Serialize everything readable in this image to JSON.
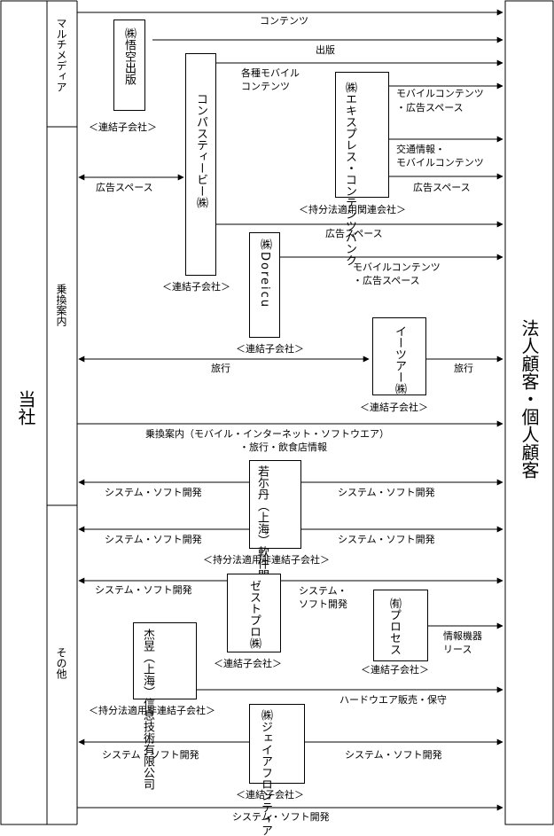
{
  "left_entity": "当社",
  "right_entity": "法人顧客・個人顧客",
  "segments": {
    "multimedia": "マルチメディア",
    "transit": "乗換案内",
    "other": "その他"
  },
  "companies": {
    "gokuu": "㈱悟空出版",
    "compass": "コンパスティービー㈱",
    "express": "㈱エキスプレス・コンテンツバンク",
    "doreicu": "㈱Doreicu",
    "eetour": "イーツアー㈱",
    "wakanin": "若尓丹（上海）軟件開発有限公司",
    "zest": "ゼストプロ㈱",
    "process": "㈲プロセス",
    "jieyu": "杰昱（上海）信息技術有限公司",
    "jay": "㈱ジェイアフロンティア"
  },
  "captions": {
    "gokuu": "＜連結子会社＞",
    "compass": "＜連結子会社＞",
    "express": "＜持分法適用関連会社＞",
    "doreicu": "＜連結子会社＞",
    "eetour": "＜連結子会社＞",
    "wakanin": "＜持分法適用非連結子会社＞",
    "zest": "＜連結子会社＞",
    "process": "＜連結子会社＞",
    "jieyu": "＜持分法適用非連結子会社＞",
    "jay": "＜連結子会社＞"
  },
  "flows": {
    "contents": "コンテンツ",
    "publishing": "出版",
    "mobile_contents_1": "各種モバイル",
    "mobile_contents_2": "コンテンツ",
    "mobile_ad": "モバイルコンテンツ",
    "mobile_ad_2": "・広告スペース",
    "traffic_1": "交通情報・",
    "traffic_2": "モバイルコンテンツ",
    "ad_space": "広告スペース",
    "ad_space_left": "広告スペース",
    "ad_space_mid": "広告スペース",
    "doreicu_mobile_1": "モバイルコンテンツ",
    "doreicu_mobile_2": "・広告スペース",
    "travel_left": "旅行",
    "travel_right": "旅行",
    "transit_service_1": "乗換案内（モバイル・インターネット・ソフトウエア）",
    "transit_service_2": "・旅行・飲食店情報",
    "sys_dev": "システム・ソフト開発",
    "zest_right_1": "システム・",
    "zest_right_2": "ソフト開発",
    "it_lease_1": "情報機器",
    "it_lease_2": "リース",
    "hardware": "ハードウエア販売・保守"
  }
}
